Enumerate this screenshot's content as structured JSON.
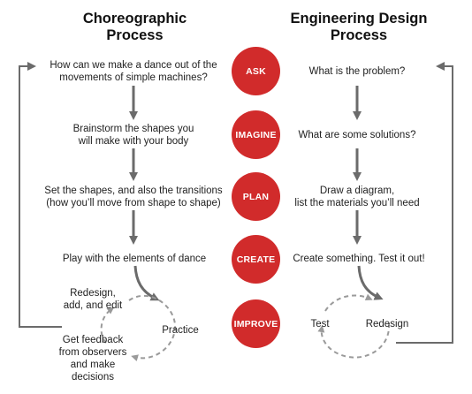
{
  "headers": {
    "left": "Choreographic\nProcess",
    "right": "Engineering Design\nProcess"
  },
  "colors": {
    "accent": "#d12b2b",
    "arrow": "#6b6b6b",
    "dashed": "#9a9a9a"
  },
  "steps": [
    {
      "label": "ASK",
      "left": "How can we make a dance out of the\nmovements of simple machines?",
      "right": "What is the problem?"
    },
    {
      "label": "IMAGINE",
      "left": "Brainstorm the shapes you\nwill make with your body",
      "right": "What are some solutions?"
    },
    {
      "label": "PLAN",
      "left": "Set the shapes, and also the transitions\n(how you’ll move from shape to shape)",
      "right": "Draw a diagram,\nlist the materials you’ll need"
    },
    {
      "label": "CREATE",
      "left": "Play with the elements of dance",
      "right": "Create something. Test it out!"
    },
    {
      "label": "IMPROVE",
      "left": "",
      "right": ""
    }
  ],
  "left_cycle": {
    "redesign": "Redesign,\nadd, and edit",
    "practice": "Practice",
    "feedback": "Get feedback\nfrom observers\nand make\ndecisions"
  },
  "right_cycle": {
    "test": "Test",
    "redesign": "Redesign"
  }
}
